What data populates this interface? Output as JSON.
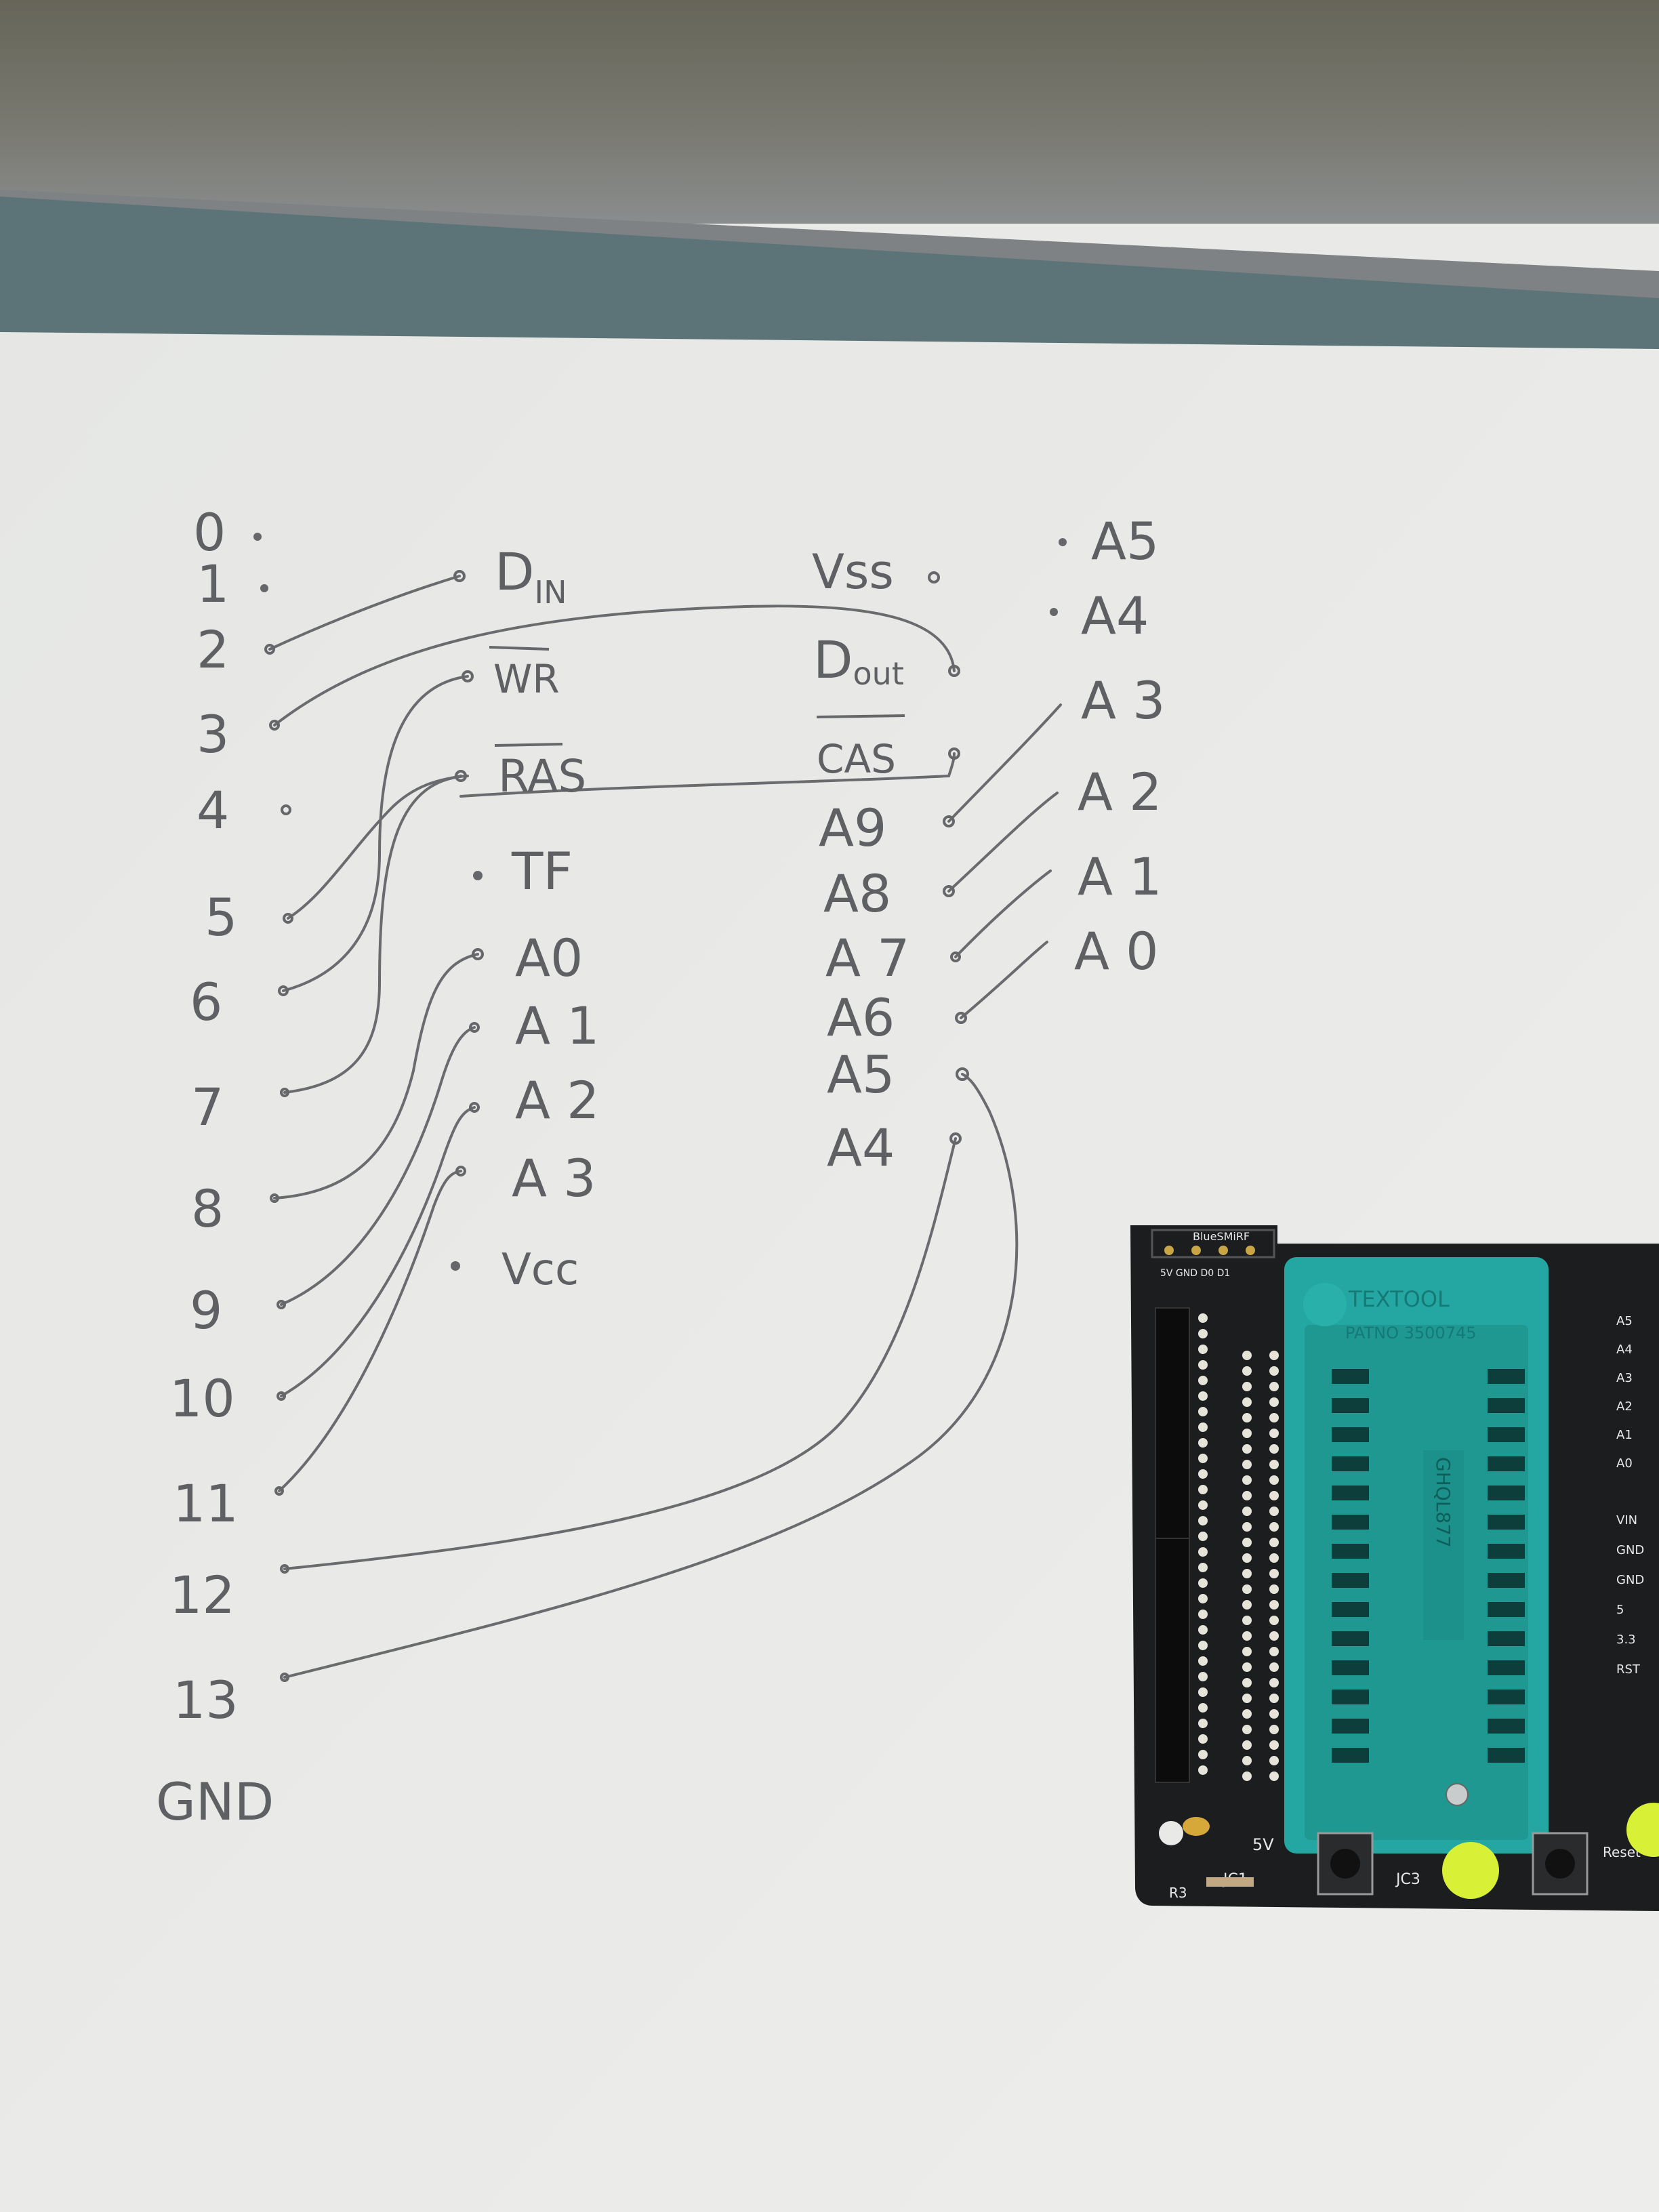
{
  "colors": {
    "paper": "#e9eae8",
    "pencil": "#66676a",
    "fabric_dark": "#6e6c62",
    "fabric_grey": "#7d8082",
    "table_teal": "#5c7478",
    "pcb": "#1c1d1f",
    "zif": "#24a7a2",
    "led": "#d8f036"
  },
  "left_pins": [
    "0",
    "1",
    "2",
    "3",
    "4",
    "5",
    "6",
    "7",
    "8",
    "9",
    "10",
    "11",
    "12",
    "13",
    "GND"
  ],
  "chip_left": [
    "D",
    "WR",
    "RAS",
    "TF",
    "A0",
    "A 1",
    "A 2",
    "A 3",
    "Vcc"
  ],
  "chip_left_sub": "IN",
  "chip_right": [
    "Vss",
    "D",
    "CAS",
    "A9",
    "A8",
    "A 7",
    "A6",
    "A5",
    "A4"
  ],
  "chip_right_sub": "out",
  "analog_pins": [
    "A5",
    "A4",
    "A 3",
    "A 2",
    "A 1",
    "A 0"
  ],
  "board": {
    "zif_text_1": "TEXTOOL",
    "zif_text_2": "PATNO 3500745",
    "zif_sticker": "GHQL877",
    "header_label": "BlueSMiRF",
    "header_pins_label": "5V GND D0 D1",
    "label_5v": "5V",
    "label_jc1": "JC1",
    "label_jc3": "JC3",
    "label_r3": "R3",
    "label_reset": "Reset",
    "right_labels": [
      "A5",
      "A4",
      "A3",
      "A2",
      "A1",
      "A0",
      "VIN",
      "GND",
      "GND",
      "5",
      "3.3",
      "RST"
    ]
  }
}
